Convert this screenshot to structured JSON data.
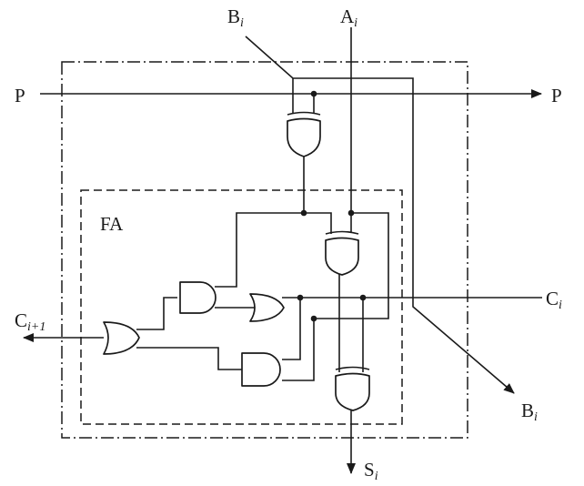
{
  "labels": {
    "b_in": {
      "main": "B",
      "sub": "i"
    },
    "a_in": {
      "main": "A",
      "sub": "i"
    },
    "p_in": "P",
    "p_out": "P",
    "fa": "FA",
    "c_out": {
      "main": "C",
      "sub": "i+1"
    },
    "c_in": {
      "main": "C",
      "sub": "i"
    },
    "b_out": {
      "main": "B",
      "sub": "i"
    },
    "s_out": {
      "main": "S",
      "sub": "i"
    }
  },
  "colors": {
    "ink": "#1a1a1a",
    "background": "#ffffff"
  }
}
